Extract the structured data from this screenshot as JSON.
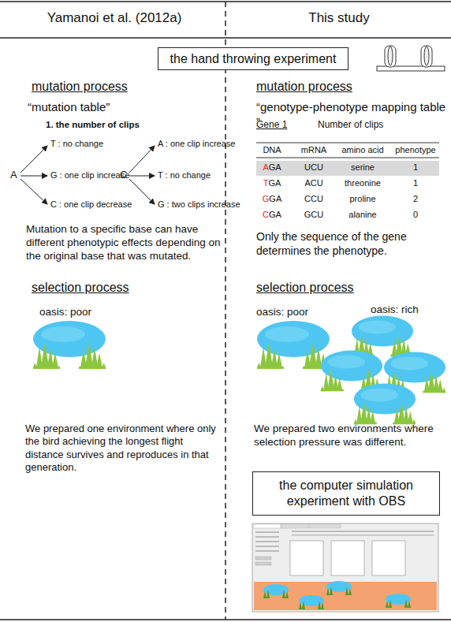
{
  "diagram": {
    "nodes": [
      {
        "text": [
          "the hand throwing experiment"
        ]
      },
      {
        "text": [
          "the computer simulation experiment with OBS"
        ]
      }
    ],
    "labels": [
      "Yamanoi et al. (2012a)",
      "This study",
      "mutation process",
      "mutation process",
      "“mutation table”",
      "“genotype-phenotype mapping table ”",
      "1. the number of clips",
      "A",
      "T : no change",
      "G : one clip increase",
      "C : one clip decrease",
      "C",
      "A : one clip increase",
      "T : no change",
      "G : two clips increase",
      "Mutation to a specific base can have different phenotypic effects depending on the original base that was mutated.",
      "Gene 1",
      "Number of clips",
      "DNA",
      "mRNA",
      "amino acid",
      "phenotype",
      "AGA",
      "UCU",
      "serine",
      "1",
      "TGA",
      "ACU",
      "threonine",
      "1",
      "GGA",
      "CCU",
      "proline",
      "2",
      "CGA",
      "GCU",
      "alanine",
      "0",
      "Only the sequence of the gene determines the phenotype.",
      "selection process",
      "selection process",
      "oasis: poor",
      "oasis: poor",
      "oasis: rich",
      "We prepared one environment where only the bird achieving the longest flight distance survives and reproduces in that generation.",
      "We prepared two environments where selection pressure was different."
    ]
  }
}
